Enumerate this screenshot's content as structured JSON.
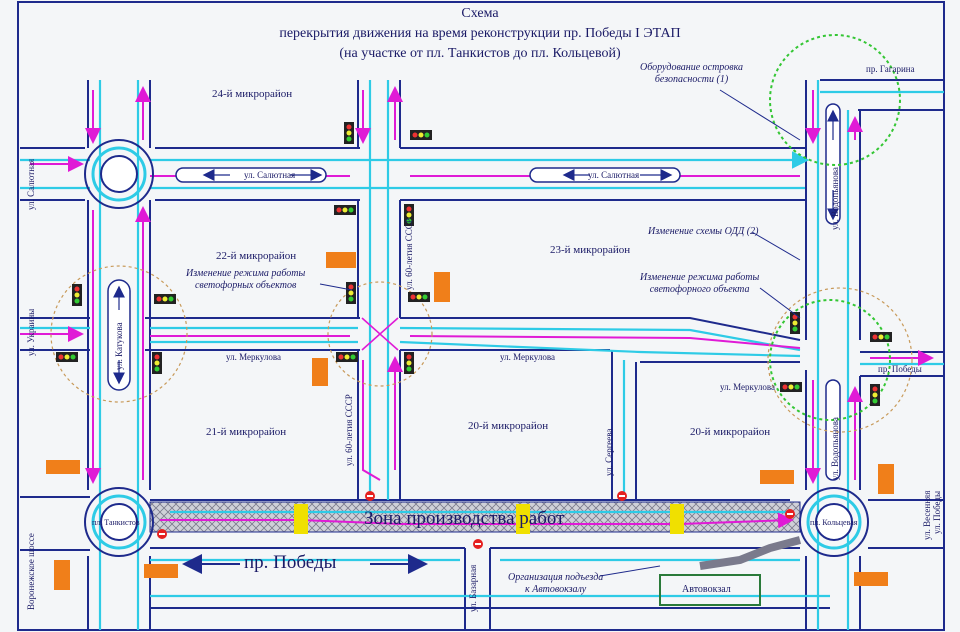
{
  "title": {
    "line1": "Схема",
    "line2": "перекрытия движения на время реконструкции пр. Победы I ЭТАП",
    "line3": "(на участке от пл. Танкистов до пл. Кольцевой)"
  },
  "districts": {
    "d24": "24-й микрорайон",
    "d22": "22-й микрорайон",
    "d23": "23-й микрорайон",
    "d21": "21-й микрорайон",
    "d20a": "20-й микрорайон",
    "d20b": "20-й микрорайон"
  },
  "streets": {
    "salyutnaya_left": "ул. Салютная",
    "salyutnaya_right": "ул. Салютная",
    "salyutnaya_west": "ул. Салютная",
    "merkulova_1": "ул. Меркулова",
    "merkulova_2": "ул. Меркулова",
    "merkulova_3": "ул. Меркулова",
    "khataeva": "ул. Катукова",
    "ussr_60_top": "ул. 60-летия СССР",
    "ussr_60_bottom": "ул. 60-летия СССР",
    "sergeeva": "ул. Сергеева",
    "vodopyanova_top": "ул. Водопьянова",
    "vodopyanova_bottom": "ул. Водопьянова",
    "gagarina": "пр. Гагарина",
    "pobedy_east": "пр. Победы",
    "vesennyaya": "ул. Весенняя",
    "voronezh_shosse": "Воронежское шоссе",
    "ukrainy": "ул. Украины",
    "bazarnaya": "ул. Базарная",
    "ul_pobedy": "ул. Победы"
  },
  "squares": {
    "tankistov": "пл. Танкистов",
    "koltsevaya": "пл. Кольцевая"
  },
  "notes": {
    "safety_islands_1": "Оборудование островка",
    "safety_islands_2": "безопасности (1)",
    "odd_change": "Изменение схемы ОДД (2)",
    "signal_mode_left_1": "Изменение режима работы",
    "signal_mode_left_2": "светофорных объектов",
    "signal_mode_right_1": "Изменение режима работы",
    "signal_mode_right_2": "светофорного объекта",
    "bus_access_1": "Организация подъезда",
    "bus_access_2": "к Автовокзалу"
  },
  "labels": {
    "work_zone": "Зона производства работ",
    "prospect_pobedy": "пр. Победы",
    "bus_station": "Автовокзал"
  },
  "colors": {
    "road_edge": "#1e2a8c",
    "cyan_route": "#2ecbe6",
    "magenta_route": "#e01ad6",
    "work_zone_fill": "#c9c9d2",
    "safety_circle": "#34c634",
    "signal_circle": "#c89a5a",
    "orange_block": "#f07f1a",
    "pedestrian": "#f0e000",
    "no_entry": "#e52020",
    "bus_station_box": "#2a7a3a"
  }
}
